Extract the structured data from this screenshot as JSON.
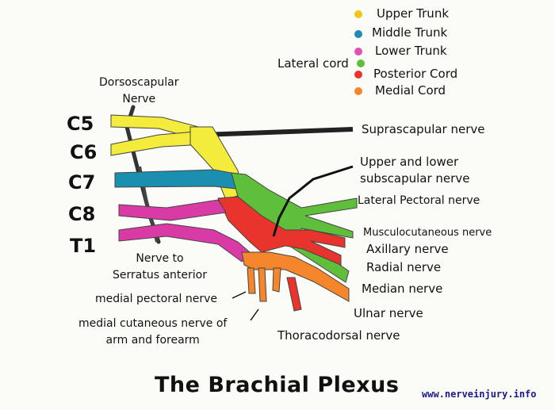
{
  "title": "The Brachial Plexus",
  "website": "www.nerveinjury.info",
  "colors": {
    "upper_trunk": "#f4ec3c",
    "middle_trunk": "#1b8fb0",
    "lower_trunk": "#d93aa6",
    "lateral_cord": "#5fbf3a",
    "posterior_cord": "#e8342c",
    "medial_cord": "#f5862c"
  },
  "legend": [
    {
      "label": "Upper Trunk",
      "color": "#f0c419"
    },
    {
      "label": "Middle Trunk",
      "color": "#1b8fb0"
    },
    {
      "label": "Lower Trunk",
      "color": "#e24fb2"
    },
    {
      "label": "Posterior Cord",
      "color": "#e8342c"
    },
    {
      "label": "Medial Cord",
      "color": "#f5862c"
    }
  ],
  "lateral_cord": {
    "label": "Lateral cord",
    "color": "#5fbf3a"
  },
  "roots": [
    "C5",
    "C6",
    "C7",
    "C8",
    "T1"
  ],
  "labels": {
    "dorsoscapular": "Dorsoscapular\nNerve",
    "suprascapular": "Suprascapular nerve",
    "subscapular": "Upper and lower\nsubscapular nerve",
    "lateral_pectoral": "Lateral Pectoral nerve",
    "musculocutaneous": "Musculocutaneous nerve",
    "axillary": "Axillary nerve",
    "radial": "Radial nerve",
    "median": "Median nerve",
    "ulnar": "Ulnar nerve",
    "thoracodorsal": "Thoracodorsal nerve",
    "serratus": "Nerve to\nSerratus anterior",
    "medial_pectoral": "medial pectoral nerve",
    "medial_cutaneous": "medial cutaneous nerve of\narm and forearm"
  }
}
